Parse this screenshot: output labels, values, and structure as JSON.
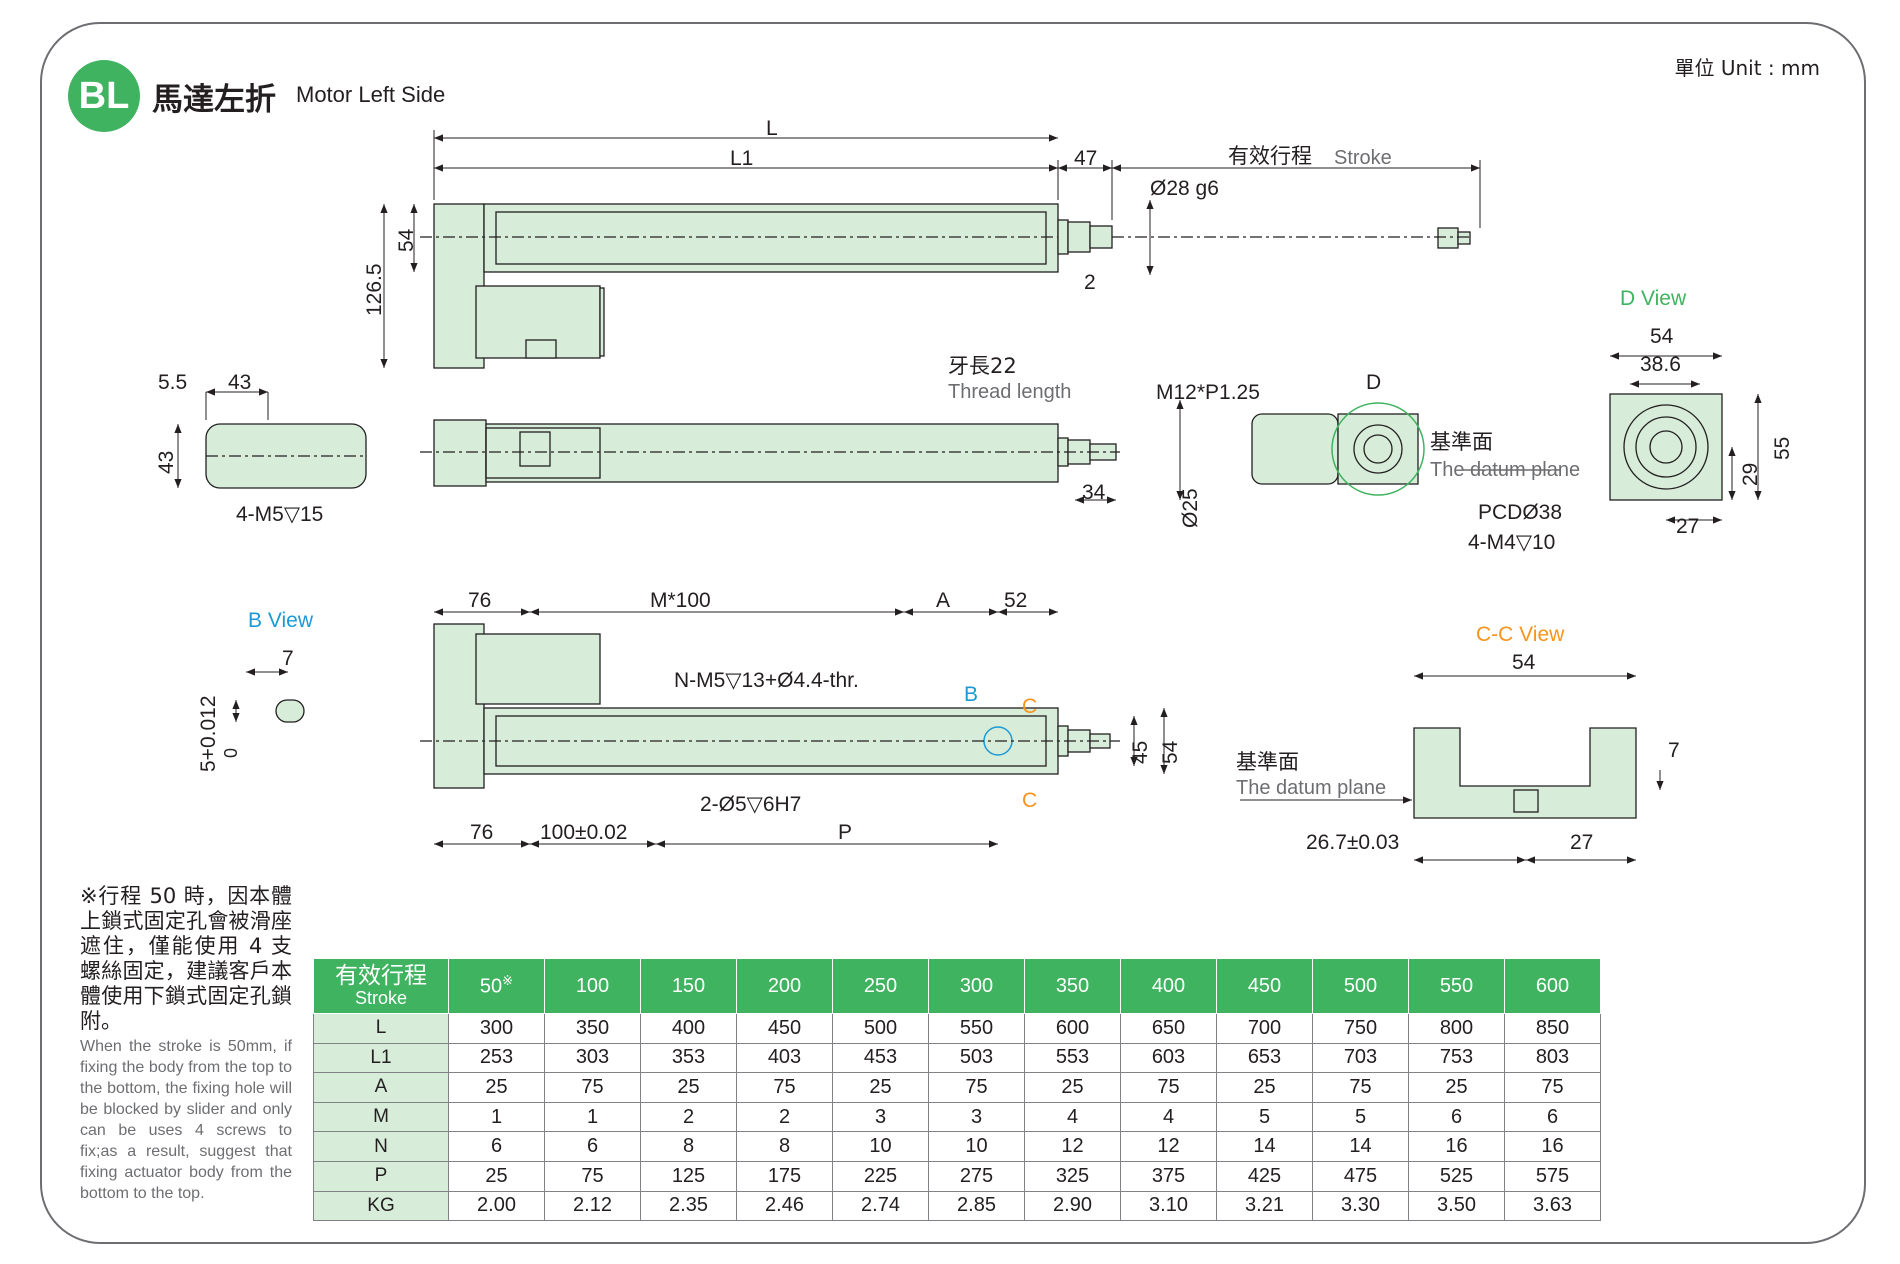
{
  "header": {
    "badge": "BL",
    "title_cn": "馬達左折",
    "title_en": "Motor Left Side",
    "unit": "單位 Unit : mm"
  },
  "dims": {
    "top": {
      "L": "L",
      "L1": "L1",
      "d47": "47",
      "stroke_cn": "有效行程",
      "stroke_en": "Stroke",
      "shaft": "Ø28 g6",
      "d2": "2",
      "d54": "54",
      "d126": "126.5"
    },
    "left": {
      "d5_5": "5.5",
      "d43a": "43",
      "d43b": "43",
      "hole": "4-M5▽15"
    },
    "mid": {
      "thread_cn": "牙長22",
      "thread_en": "Thread length",
      "m12": "M12*P1.25",
      "d34": "34",
      "d25": "Ø25",
      "D": "D"
    },
    "datum": {
      "cn": "基準面",
      "en": "The datum plane"
    },
    "dview": {
      "title": "D View",
      "d54": "54",
      "d38": "38.6",
      "d55": "55",
      "d29": "29",
      "d27": "27",
      "pcd": "PCDØ38",
      "m4": "4-M4▽10"
    },
    "bview": {
      "title": "B View",
      "d7": "7",
      "tol": "5+0.012",
      "tol0": "0"
    },
    "bottom": {
      "d76a": "76",
      "m100": "M*100",
      "A": "A",
      "d52": "52",
      "nm5": "N-M5▽13+Ø4.4-thr.",
      "B": "B",
      "C1": "C",
      "C2": "C",
      "d45": "45",
      "d54": "54",
      "pin": "2-Ø5▽6H7",
      "d76b": "76",
      "d100": "100±0.02",
      "P": "P"
    },
    "ccview": {
      "title": "C-C View",
      "d54": "54",
      "d7": "7",
      "d26": "26.7±0.03",
      "d27": "27",
      "datum_cn": "基準面",
      "datum_en": "The datum plane"
    }
  },
  "note": {
    "cn": "※行程 50 時，因本體上鎖式固定孔會被滑座遮住，僅能使用 4 支螺絲固定，建議客戶本體使用下鎖式固定孔鎖附。",
    "en": "When the stroke is 50mm, if fixing the body from the top to the bottom, the fixing hole will be blocked by slider and only can be uses 4 screws to fix;as a result, suggest that fixing actuator body from the bottom to the top."
  },
  "table": {
    "header_cn": "有效行程",
    "header_en": "Stroke",
    "strokes": [
      "50",
      "100",
      "150",
      "200",
      "250",
      "300",
      "350",
      "400",
      "450",
      "500",
      "550",
      "600"
    ],
    "stroke_mark": "※",
    "rows": [
      {
        "label": "L",
        "values": [
          "300",
          "350",
          "400",
          "450",
          "500",
          "550",
          "600",
          "650",
          "700",
          "750",
          "800",
          "850"
        ]
      },
      {
        "label": "L1",
        "values": [
          "253",
          "303",
          "353",
          "403",
          "453",
          "503",
          "553",
          "603",
          "653",
          "703",
          "753",
          "803"
        ]
      },
      {
        "label": "A",
        "values": [
          "25",
          "75",
          "25",
          "75",
          "25",
          "75",
          "25",
          "75",
          "25",
          "75",
          "25",
          "75"
        ]
      },
      {
        "label": "M",
        "values": [
          "1",
          "1",
          "2",
          "2",
          "3",
          "3",
          "4",
          "4",
          "5",
          "5",
          "6",
          "6"
        ]
      },
      {
        "label": "N",
        "values": [
          "6",
          "6",
          "8",
          "8",
          "10",
          "10",
          "12",
          "12",
          "14",
          "14",
          "16",
          "16"
        ]
      },
      {
        "label": "P",
        "values": [
          "25",
          "75",
          "125",
          "175",
          "225",
          "275",
          "325",
          "375",
          "425",
          "475",
          "525",
          "575"
        ]
      },
      {
        "label": "KG",
        "values": [
          "2.00",
          "2.12",
          "2.35",
          "2.46",
          "2.74",
          "2.85",
          "2.90",
          "3.10",
          "3.21",
          "3.30",
          "3.50",
          "3.63"
        ]
      }
    ]
  },
  "colors": {
    "accent": "#3fb35f",
    "body_fill": "#d7ecd9",
    "blue": "#1b9ad6",
    "orange": "#f7941d"
  }
}
